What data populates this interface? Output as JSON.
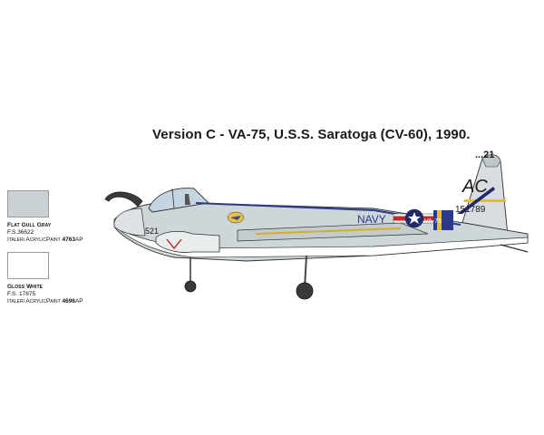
{
  "title": "Version C - VA-75, U.S.S. Saratoga (CV-60), 1990.",
  "swatches": [
    {
      "name": "Flat Gull Gray",
      "fs": "F.S.36622",
      "paint_label": "Italeri AcrylicPaint ",
      "paint_code": "4763",
      "paint_suffix": "AP",
      "color": "#c9d1d4"
    },
    {
      "name": "Gloss White",
      "fs": "F.S. 17875",
      "paint_label": "Italeri AcrylicPaint ",
      "paint_code": "4696",
      "paint_suffix": "AP",
      "color": "#ffffff"
    }
  ],
  "markings": {
    "tail_modex": "...21",
    "tail_code": "AC",
    "bureau_number": "151789",
    "navy": "NAVY",
    "squadron": "VA-75",
    "nose_number": "521"
  }
}
